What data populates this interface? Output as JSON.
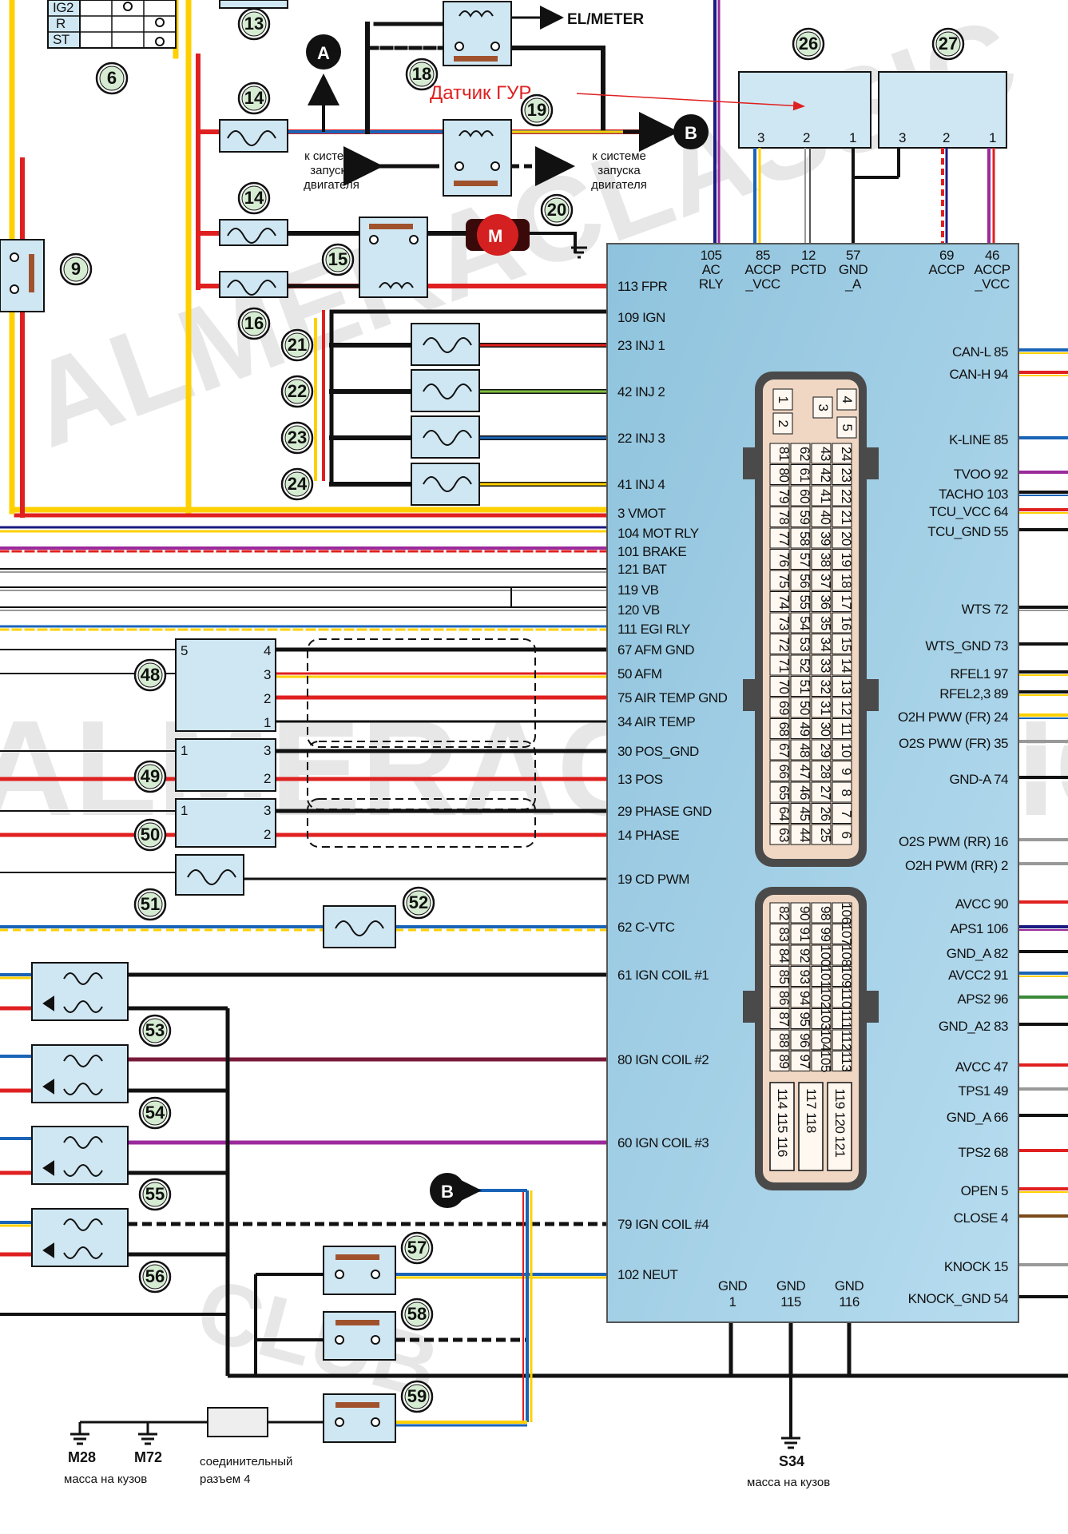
{
  "top": {
    "switch_rows": [
      "IG2",
      "R",
      "ST"
    ],
    "el_meter": "EL/METER"
  },
  "annotation": {
    "text": "Датчик ГУР",
    "color": "#e02020"
  },
  "refs": {
    "c6": "6",
    "c9": "9",
    "c13": "13",
    "c14a": "14",
    "c14b": "14",
    "c15": "15",
    "c16": "16",
    "c18": "18",
    "c19": "19",
    "c20": "20",
    "c21": "21",
    "c22": "22",
    "c23": "23",
    "c24": "24",
    "c26": "26",
    "c27": "27",
    "c48": "48",
    "c49": "49",
    "c50": "50",
    "c51": "51",
    "c52": "52",
    "c53": "53",
    "c54": "54",
    "c55": "55",
    "c56": "56",
    "c57": "57",
    "c58": "58",
    "c59": "59"
  },
  "markers": {
    "a": "A",
    "b_top": "B",
    "b_bottom": "B"
  },
  "motor_label": "M",
  "starter_left": [
    "к системе",
    "запуска",
    "двигателя"
  ],
  "starter_right": [
    "к системе",
    "запуска",
    "двигателя"
  ],
  "conn26_pins": [
    "3",
    "2",
    "1"
  ],
  "conn27_pins": [
    "3",
    "2",
    "1"
  ],
  "sensor48_pins": {
    "left": "5",
    "p4": "4",
    "p3": "3",
    "p2": "2",
    "p1": "1"
  },
  "sensor49_pins": {
    "left": "1",
    "p3": "3",
    "p2": "2"
  },
  "sensor50_pins": {
    "left": "1",
    "p3": "3",
    "p2": "2"
  },
  "ecu": {
    "top_pins": [
      [
        "105",
        "AC",
        "RLY"
      ],
      [
        "85",
        "ACCP",
        "_VCC"
      ],
      [
        "12",
        "PCTD",
        ""
      ],
      [
        "57",
        "GND",
        "_A"
      ],
      [
        "69",
        "ACCP",
        ""
      ],
      [
        "46",
        "ACCP",
        "_VCC"
      ]
    ],
    "left_pins": [
      "113 FPR",
      "109 IGN",
      "23 INJ 1",
      "42  INJ 2",
      "22 INJ 3",
      "41 INJ 4",
      "3 VMOT",
      "104 MOT RLY",
      "101 BRAKE",
      "121 BAT",
      "119 VB",
      "120 VB",
      "111 EGI RLY",
      "67 AFM GND",
      "50 AFM",
      "75 AIR TEMP GND",
      "34 AIR TEMP",
      "30 POS_GND",
      "13 POS",
      "29 PHASE GND",
      "14 PHASE",
      "19 CD PWM",
      "62 C-VTC",
      "61 IGN COIL #1",
      "80 IGN COIL #2",
      "60 IGN COIL #3",
      "79 IGN COIL #4",
      "102 NEUT"
    ],
    "right_pins": [
      "CAN-L 85",
      "CAN-H 94",
      "K-LINE 85",
      "TVOO 92",
      "TACHO 103",
      "TCU_VCC 64",
      "TCU_GND 55",
      "WTS 72",
      "WTS_GND 73",
      "RFEL1 97",
      "RFEL2,3 89",
      "O2H PWW (FR) 24",
      "O2S PWW (FR) 35",
      "GND-A 74",
      "O2S PWM (RR) 16",
      "O2H PWM (RR) 2",
      "AVCC 90",
      "APS1 106",
      "GND_A 82",
      "AVCC2 91",
      "APS2 96",
      "GND_A2 83",
      "AVCC 47",
      "TPS1 49",
      "GND_A 66",
      "TPS2 68",
      "OPEN 5",
      "CLOSE 4",
      "KNOCK 15",
      "KNOCK_GND 54"
    ],
    "bottom_gnd": [
      [
        "GND",
        "1"
      ],
      [
        "GND",
        "115"
      ],
      [
        "GND",
        "116"
      ]
    ],
    "upper_small_pins": [
      "1",
      "2",
      "3",
      "4",
      "5"
    ],
    "upper_grid": [
      [
        "81",
        "80",
        "79",
        "78",
        "77",
        "76",
        "75",
        "74",
        "73",
        "72",
        "71",
        "70",
        "69",
        "68",
        "67",
        "66",
        "65",
        "64",
        "63"
      ],
      [
        "62",
        "61",
        "60",
        "59",
        "58",
        "57",
        "56",
        "55",
        "54",
        "53",
        "52",
        "51",
        "50",
        "49",
        "48",
        "47",
        "46",
        "45",
        "44"
      ],
      [
        "43",
        "42",
        "41",
        "40",
        "39",
        "38",
        "37",
        "36",
        "35",
        "34",
        "33",
        "32",
        "31",
        "30",
        "29",
        "28",
        "27",
        "26",
        "25"
      ],
      [
        "24",
        "23",
        "22",
        "21",
        "20",
        "19",
        "18",
        "17",
        "16",
        "15",
        "14",
        "13",
        "12",
        "11",
        "10",
        "9",
        "8",
        "7",
        "6"
      ]
    ],
    "lower_grid": [
      [
        "82",
        "83",
        "84",
        "85",
        "86",
        "87",
        "88",
        "89"
      ],
      [
        "90",
        "91",
        "92",
        "93",
        "94",
        "95",
        "96",
        "97"
      ],
      [
        "98",
        "99",
        "100",
        "101",
        "102",
        "103",
        "104",
        "105"
      ],
      [
        "106",
        "107",
        "108",
        "109",
        "110",
        "111",
        "112",
        "113"
      ]
    ],
    "lower_small": [
      [
        "114",
        "115",
        "116"
      ],
      [
        "117",
        "118"
      ],
      [
        "119",
        "120",
        "121"
      ]
    ]
  },
  "grounds": {
    "m28": "M28",
    "m72": "M72",
    "body_left": "масса на кузов",
    "connector_line1": "соединительный",
    "connector_line2": "разъем 4",
    "s34": "S34",
    "body_right": "масса на кузов"
  },
  "watermarks": [
    "ALMERACLASSIC",
    "ALMERACLASSIC",
    "CLUB"
  ]
}
